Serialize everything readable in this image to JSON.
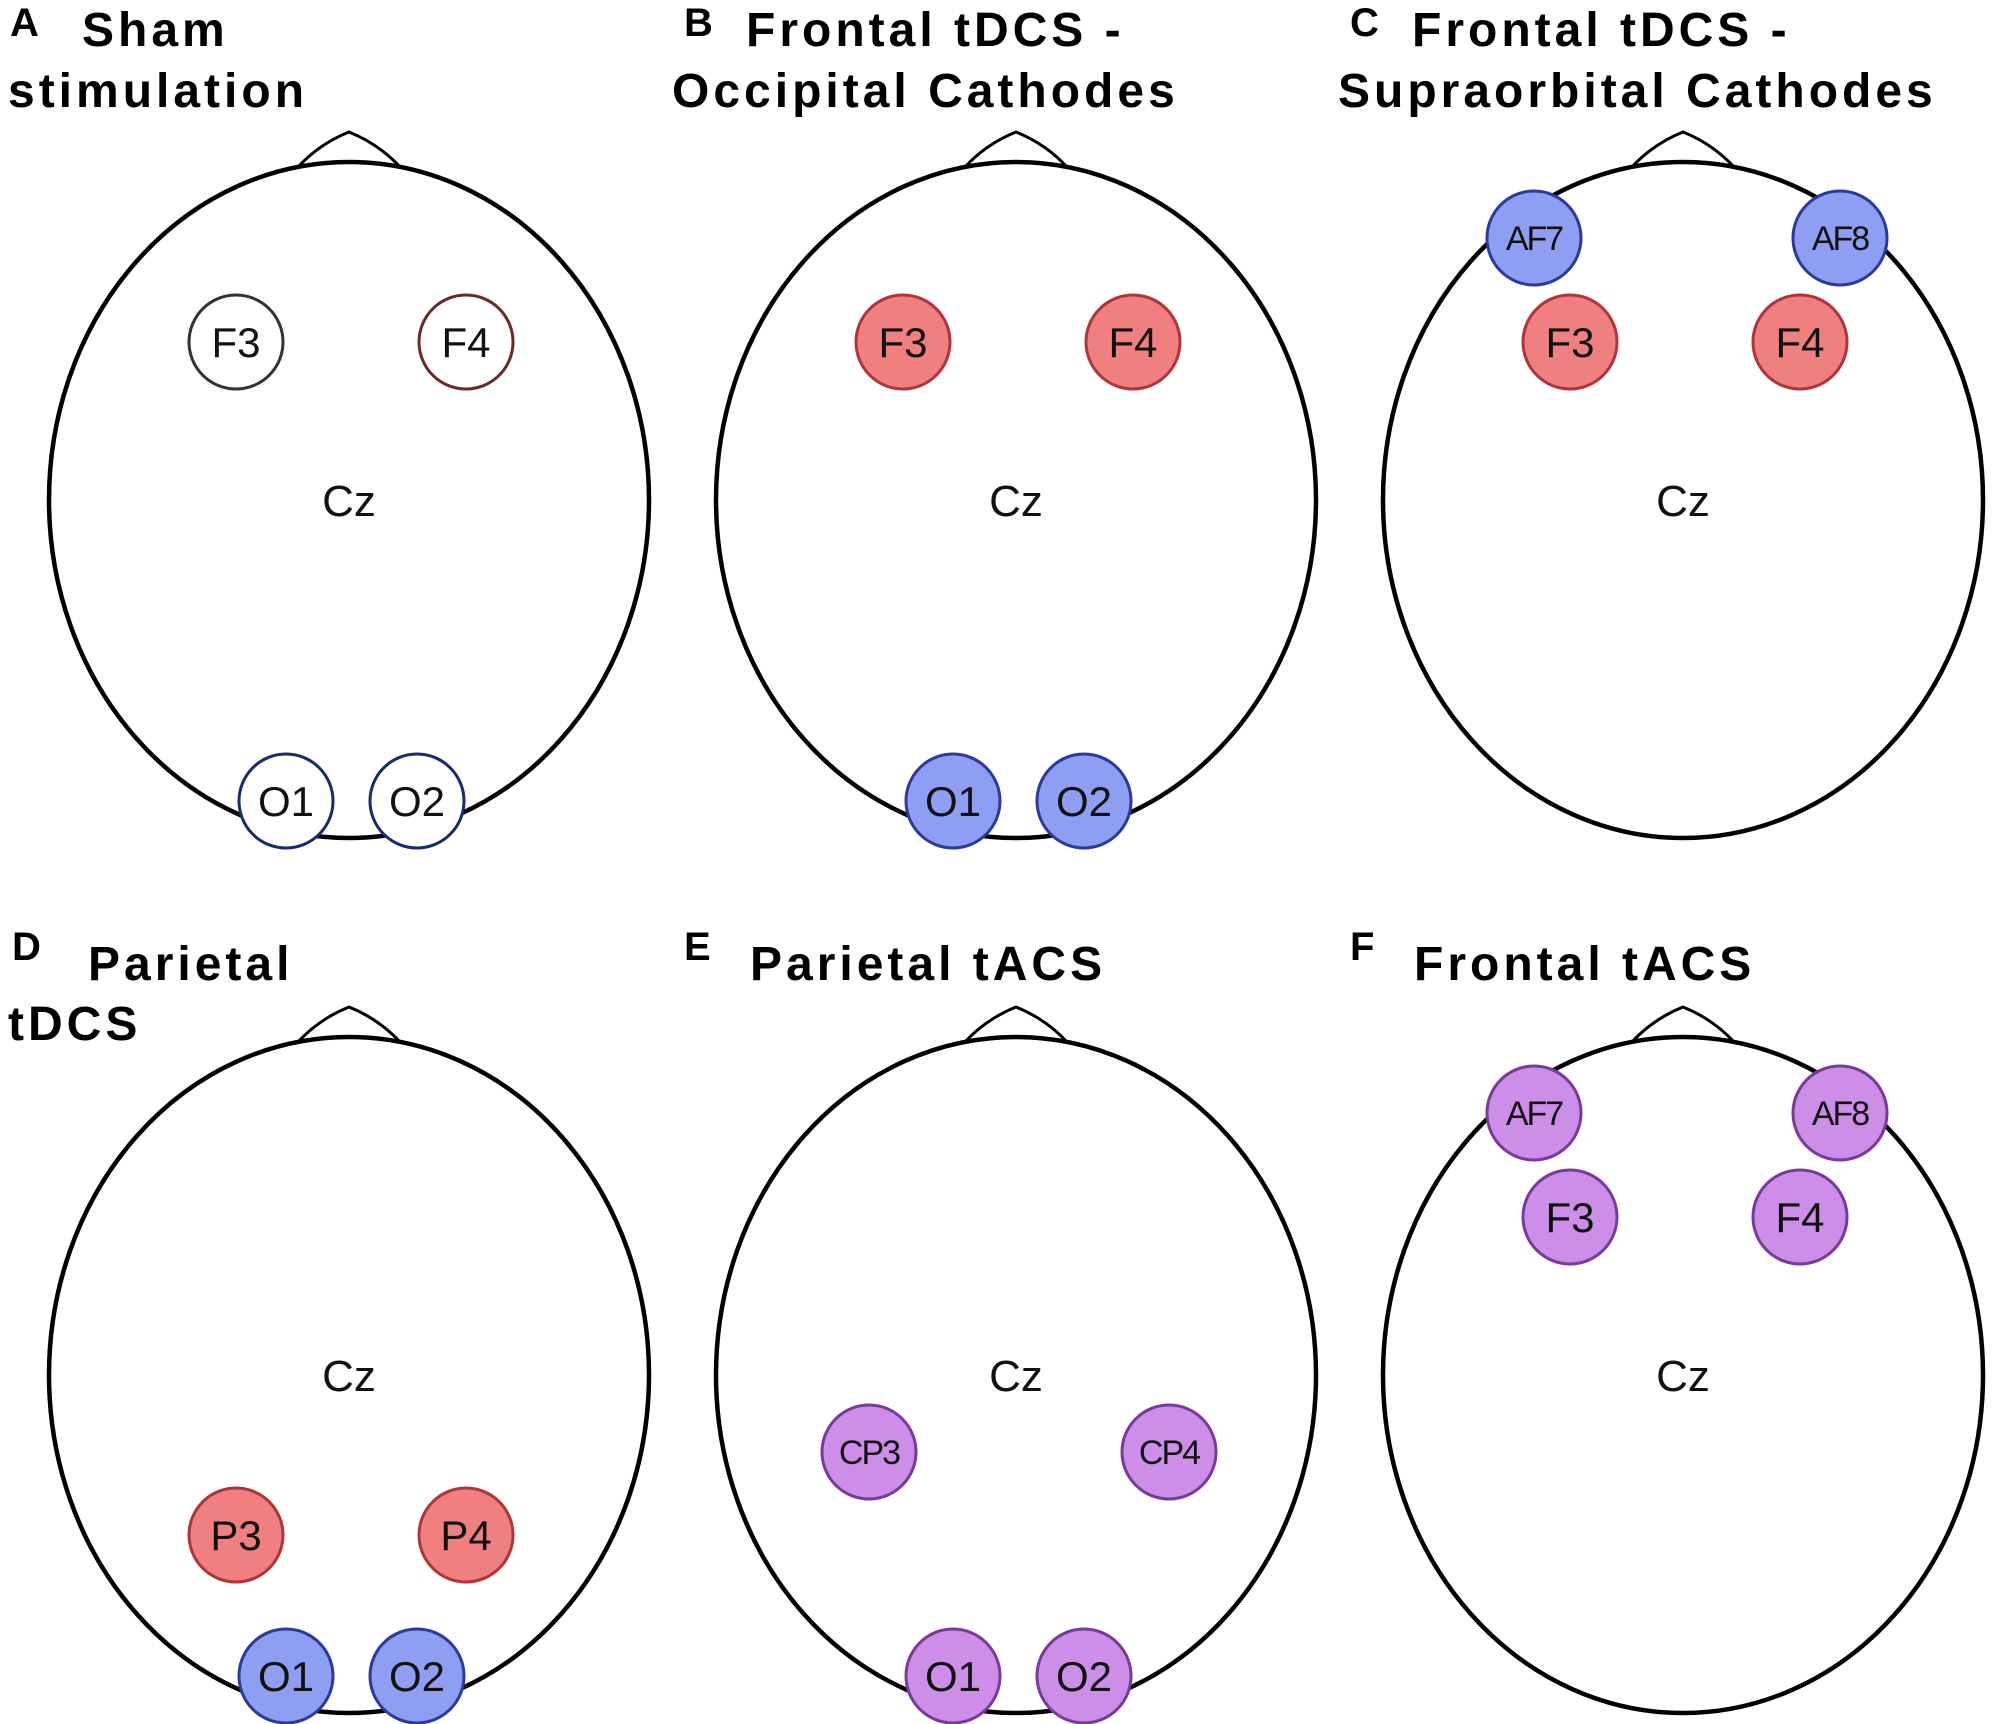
{
  "colors": {
    "anode": "#f08080",
    "anode_stroke": "#b0353a",
    "cathode": "#8e9ef2",
    "cathode_stroke": "#2c3a9c",
    "tacs": "#cc8ee8",
    "tacs_stroke": "#7a3a99",
    "sham_fill": "#ffffff",
    "sham_stroke": "#333333",
    "sham_stroke_dark_red": "#6a2a2a",
    "sham_stroke_navy": "#1a2a6a"
  },
  "center_label": "Cz",
  "panels": [
    {
      "letter": "A",
      "title_lines": [
        "Sham",
        "stimulation"
      ],
      "electrodes": [
        {
          "label": "F3",
          "kind": "sham",
          "stroke": "sham_stroke"
        },
        {
          "label": "F4",
          "kind": "sham",
          "stroke": "sham_stroke_dark_red"
        },
        {
          "label": "O1",
          "kind": "sham",
          "stroke": "sham_stroke_navy"
        },
        {
          "label": "O2",
          "kind": "sham",
          "stroke": "sham_stroke_navy"
        }
      ]
    },
    {
      "letter": "B",
      "title_lines": [
        "Frontal tDCS -",
        "Occipital Cathodes"
      ],
      "electrodes": [
        {
          "label": "F3",
          "kind": "anode"
        },
        {
          "label": "F4",
          "kind": "anode"
        },
        {
          "label": "O1",
          "kind": "cathode"
        },
        {
          "label": "O2",
          "kind": "cathode"
        }
      ]
    },
    {
      "letter": "C",
      "title_lines": [
        "Frontal tDCS -",
        "Supraorbital Cathodes"
      ],
      "electrodes": [
        {
          "label": "AF7",
          "kind": "cathode"
        },
        {
          "label": "AF8",
          "kind": "cathode"
        },
        {
          "label": "F3",
          "kind": "anode"
        },
        {
          "label": "F4",
          "kind": "anode"
        }
      ]
    },
    {
      "letter": "D",
      "title_lines": [
        "Parietal",
        "tDCS"
      ],
      "electrodes": [
        {
          "label": "P3",
          "kind": "anode"
        },
        {
          "label": "P4",
          "kind": "anode"
        },
        {
          "label": "O1",
          "kind": "cathode"
        },
        {
          "label": "O2",
          "kind": "cathode"
        }
      ]
    },
    {
      "letter": "E",
      "title_lines": [
        "Parietal tACS"
      ],
      "electrodes": [
        {
          "label": "CP3",
          "kind": "tacs"
        },
        {
          "label": "CP4",
          "kind": "tacs"
        },
        {
          "label": "O1",
          "kind": "tacs"
        },
        {
          "label": "O2",
          "kind": "tacs"
        }
      ]
    },
    {
      "letter": "F",
      "title_lines": [
        "Frontal tACS"
      ],
      "electrodes": [
        {
          "label": "AF7",
          "kind": "tacs"
        },
        {
          "label": "AF8",
          "kind": "tacs"
        },
        {
          "label": "F3",
          "kind": "tacs"
        },
        {
          "label": "F4",
          "kind": "tacs"
        }
      ]
    }
  ]
}
